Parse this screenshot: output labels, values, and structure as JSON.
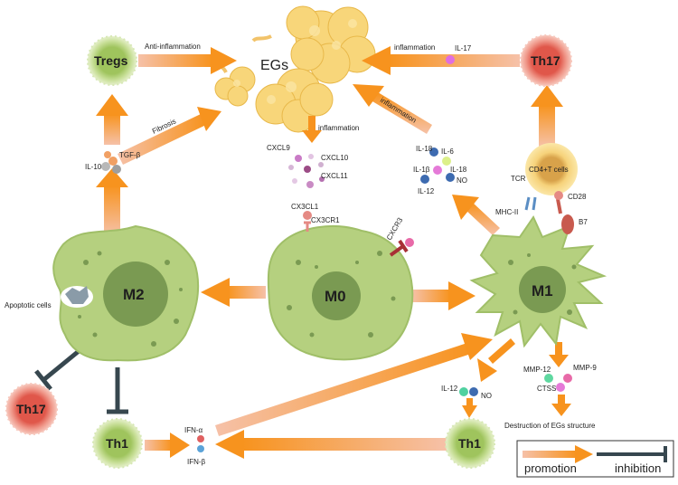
{
  "center": {
    "egs": "EGs"
  },
  "cells": {
    "tregs": "Tregs",
    "th17_top": "Th17",
    "th17_bottom": "Th17",
    "m2": "M2",
    "m0": "M0",
    "m1": "M1",
    "th1_left": "Th1",
    "th1_right": "Th1",
    "cd4t": "CD4+T cells"
  },
  "arrow_labels": {
    "anti_inflammation": "Anti-inflammation",
    "inflammation_top": "inflammation",
    "inflammation_down": "inflammation",
    "inflammation_diag": "inflammation",
    "fibrosis": "Fibrosis"
  },
  "molecules": {
    "il10": "IL-10",
    "tgfb": "TGF-β",
    "il17": "IL-17",
    "cxcl9": "CXCL9",
    "cxcl10": "CXCL10",
    "cxcl11": "CXCL11",
    "il18a": "IL-18",
    "il6": "IL-6",
    "il1b": "IL-1β",
    "il18b": "IL-18",
    "no_a": "NO",
    "il12a": "IL-12",
    "cx3cl1": "CX3CL1",
    "cx3cr1": "CX3CR1",
    "cxcr3": "CXCR3",
    "tcr": "TCR",
    "mhc2": "MHC-II",
    "cd28": "CD28",
    "b7": "B7",
    "apoptotic": "Apoptotic cells",
    "mmp12": "MMP-12",
    "mmp9": "MMP-9",
    "ctss": "CTSS",
    "destruction": "Destruction of EGs structure",
    "il12b": "IL-12",
    "no_b": "NO",
    "ifna": "IFN-α",
    "ifnb": "IFN-β"
  },
  "legend": {
    "promotion": "promotion",
    "inhibition": "inhibition"
  },
  "colors": {
    "arrow_orange": "#f7931e",
    "arrow_light": "#f6b58f",
    "cell_green": "#b5d07f",
    "nucleus_green": "#7a9a52",
    "tcell_red": "#e05a4b",
    "tcell_green": "#a8c96a",
    "egs_yellow": "#f8d67a",
    "inhibit_dark": "#37474f"
  }
}
